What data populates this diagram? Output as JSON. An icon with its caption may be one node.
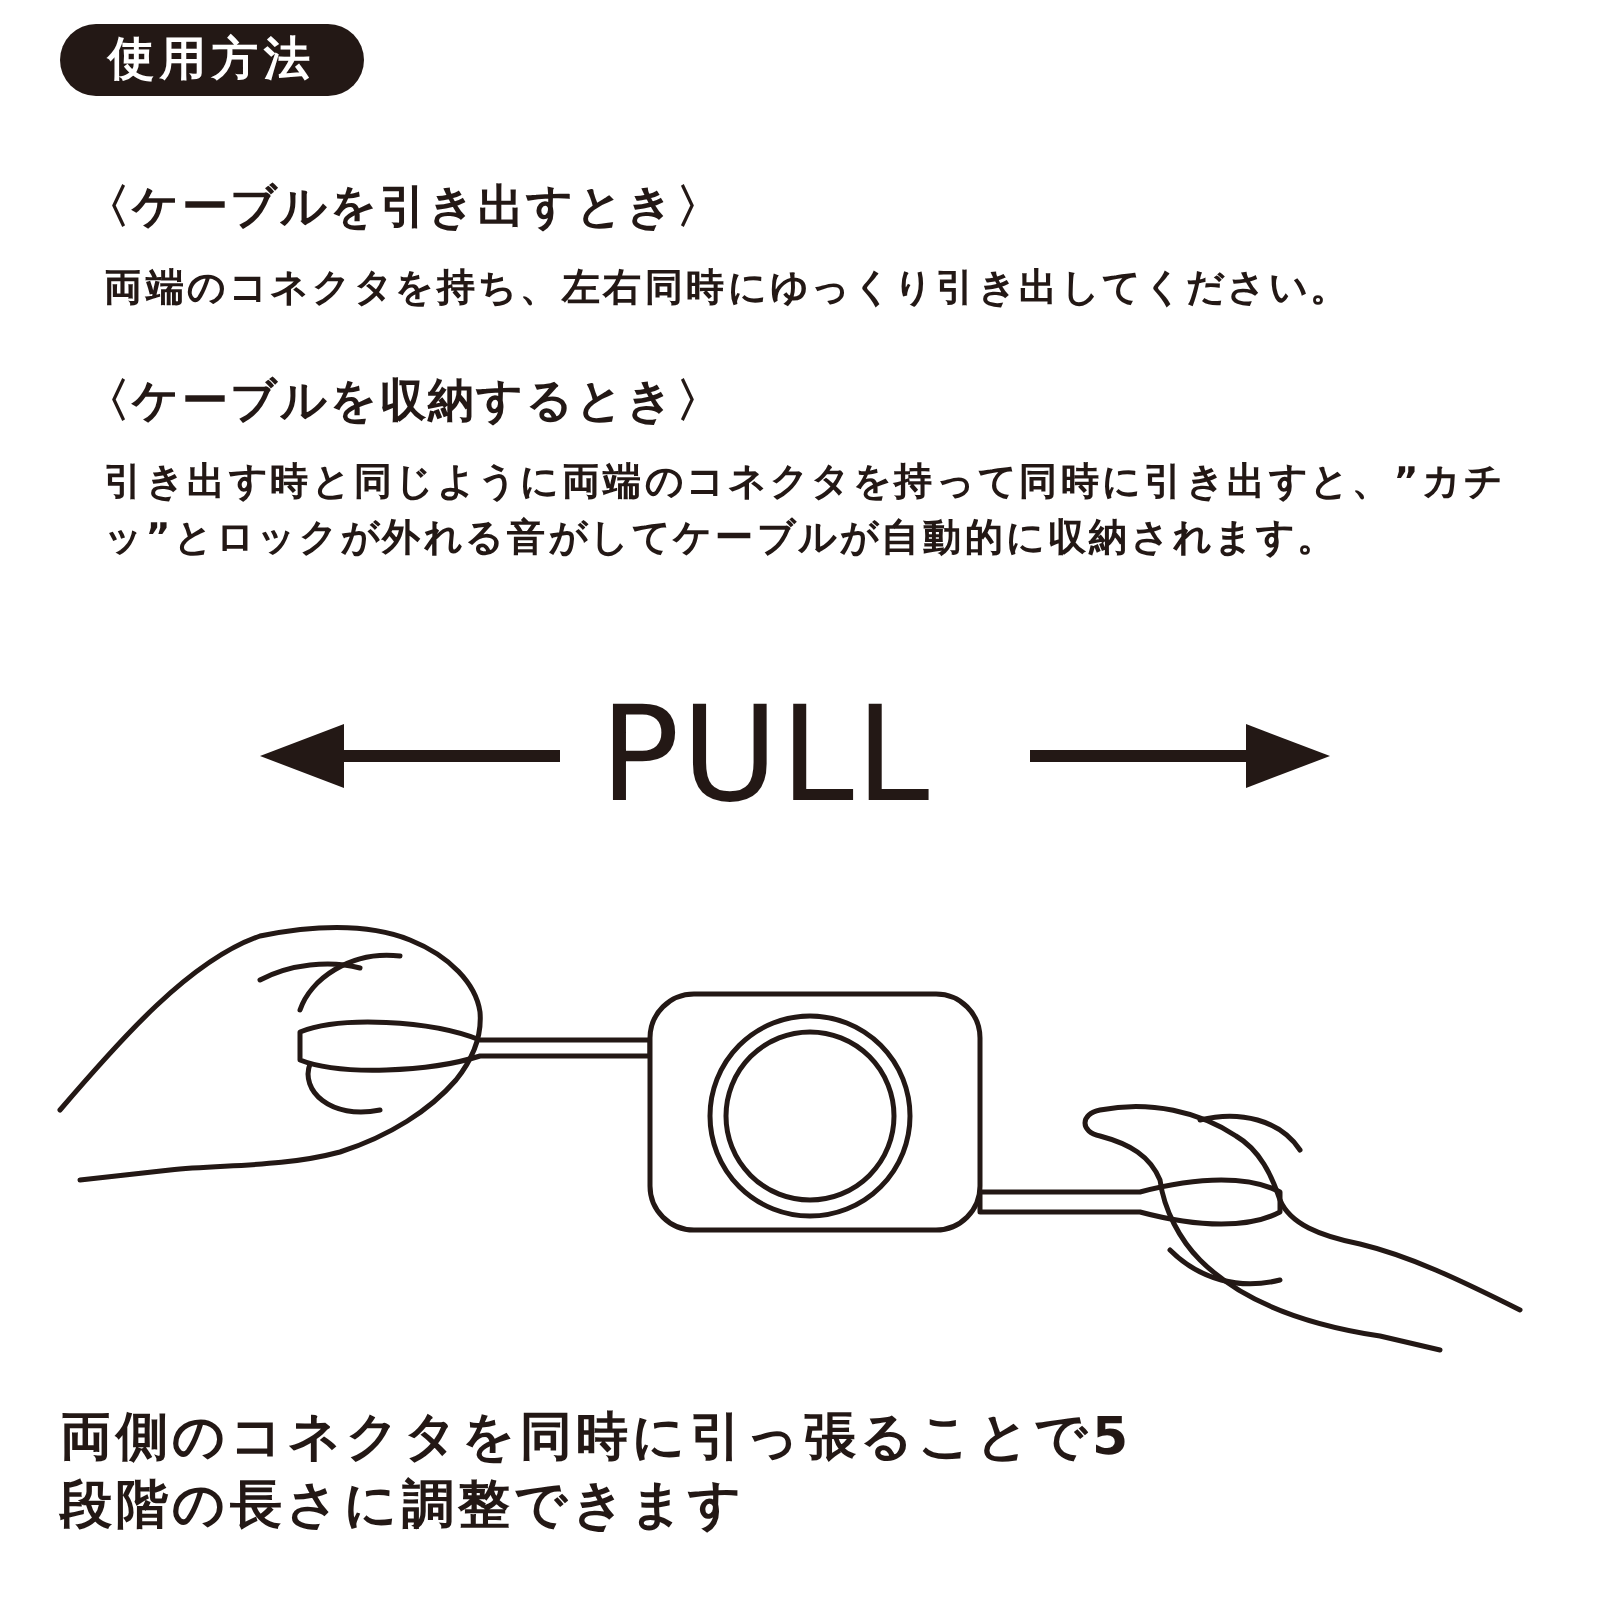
{
  "diagram": {
    "title": "使用方法",
    "labels": [
      "〈ケーブルを引き出すとき〉",
      "両端のコネクタを持ち、左右同時にゆっくり引き出してください。",
      "〈ケーブルを収納するとき〉",
      "引き出す時と同じように両端のコネクタを持って同時に引き出すと、”カチッ”とロックが外れる音がしてケーブルが自動的に収納されます。",
      "PULL"
    ],
    "caption": "両側のコネクタを同時に引っ張ることで5段階の長さに調整できます"
  }
}
